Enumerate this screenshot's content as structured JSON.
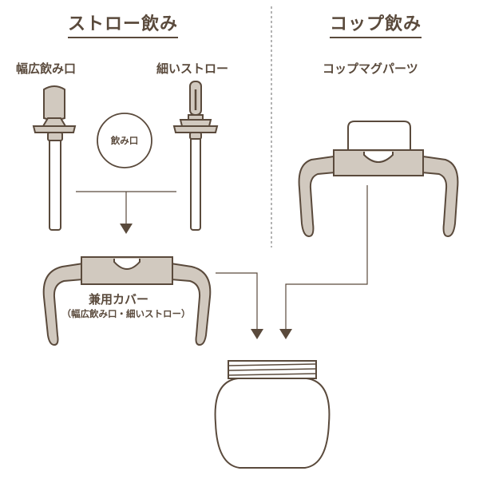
{
  "sections": {
    "straw": {
      "title": "ストロー飲み"
    },
    "cup": {
      "title": "コップ飲み"
    }
  },
  "parts": {
    "wide_spout": "幅広飲み口",
    "thin_straw": "細いストロー",
    "spout_circle": "飲み口",
    "cup_mug_parts": "コップマグパーツ",
    "shared_cover": "兼用カバー",
    "shared_cover_note": "（幅広飲み口・細いストロー）"
  },
  "colors": {
    "line": "#5a4a3c",
    "part_fill": "#d1c9bf",
    "outline": "#5a4a3c",
    "divider": "#9a9a9a"
  }
}
